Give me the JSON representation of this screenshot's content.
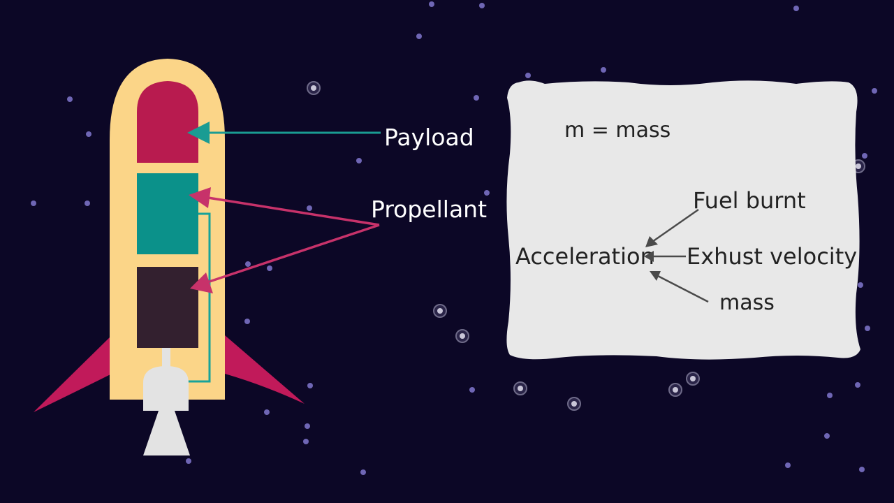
{
  "colors": {
    "background": "#0c0726",
    "rocket_body": "#fbd588",
    "fins": "#c11a5a",
    "payload": "#b81b4f",
    "propellant_top": "#0b918a",
    "propellant_bottom": "#33202f",
    "nozzle": "#e3e3e3",
    "payload_arrow": "#1a9c93",
    "propellant_arrow": "#c7326a",
    "feed_line": "#17a39a",
    "panel": "#e8e8e8",
    "panel_arrow": "#4a4a4a",
    "star": "#6f66b5"
  },
  "rocket": {
    "labels": {
      "payload": "Payload",
      "propellant": "Propellant"
    }
  },
  "panel": {
    "definition": "m = mass",
    "center": "Acceleration",
    "factors": [
      "Fuel burnt",
      "Exhust velocity",
      "mass"
    ]
  }
}
